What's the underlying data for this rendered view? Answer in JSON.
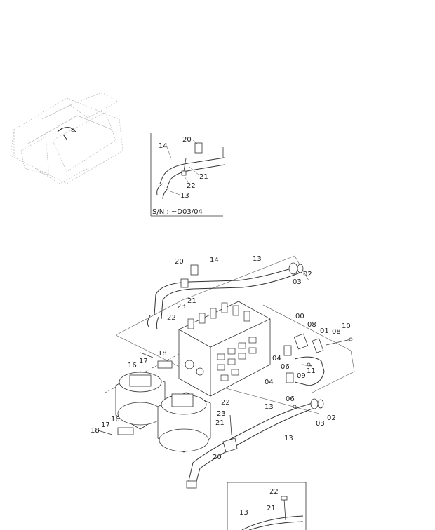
{
  "inset_top": {
    "serial_note": "S/N : ~D03/04",
    "labels": [
      "20",
      "14",
      "21",
      "22",
      "13"
    ]
  },
  "main_diagram": {
    "labels": [
      "20",
      "14",
      "13",
      "03",
      "02",
      "21",
      "23",
      "22",
      "00",
      "08",
      "01",
      "08",
      "10",
      "18",
      "17",
      "16",
      "04",
      "06",
      "11",
      "09",
      "04",
      "06",
      "22",
      "23",
      "13",
      "03",
      "02",
      "17",
      "16",
      "18",
      "21",
      "13",
      "20"
    ]
  },
  "inset_bottom": {
    "labels": [
      "22",
      "21",
      "13"
    ]
  }
}
